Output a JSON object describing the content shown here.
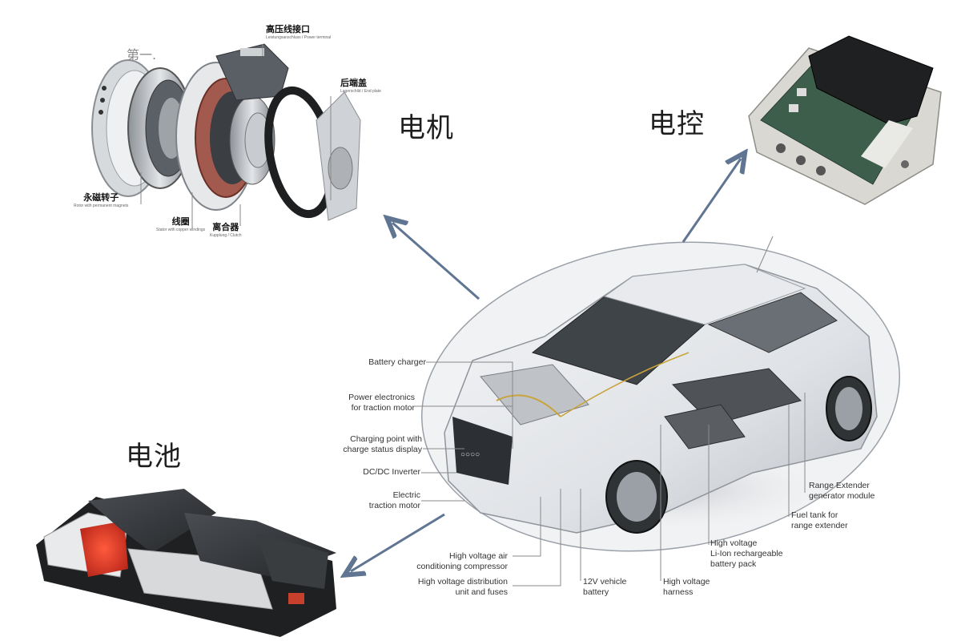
{
  "diagram": {
    "title_components": [
      {
        "id": "motor",
        "label": "电机"
      },
      {
        "id": "controller",
        "label": "电控"
      },
      {
        "id": "battery",
        "label": "电池"
      }
    ],
    "motor_illustration": {
      "watermark": "第一.",
      "parts": [
        {
          "cn": "高压线接口",
          "en": "Leistungsanschluss / Power terminal"
        },
        {
          "cn": "后端盖",
          "en": "Lagerschild / End plate"
        },
        {
          "cn": "永磁转子",
          "en": "Rotor with permanent magnets"
        },
        {
          "cn": "线圈",
          "en": "Stator with copper windings"
        },
        {
          "cn": "离合器",
          "en": "Kupplung / Clutch"
        }
      ]
    },
    "car_labels_left": [
      {
        "line1": "Battery charger",
        "line2": ""
      },
      {
        "line1": "Power electronics",
        "line2": "for traction motor"
      },
      {
        "line1": "Charging point with",
        "line2": "charge status display"
      },
      {
        "line1": "DC/DC Inverter",
        "line2": ""
      },
      {
        "line1": "Electric",
        "line2": "traction motor"
      }
    ],
    "car_labels_bottom": [
      {
        "line1": "High voltage air",
        "line2": "conditioning compressor"
      },
      {
        "line1": "High voltage distribution",
        "line2": "unit and fuses"
      },
      {
        "line1": "12V vehicle",
        "line2": "battery"
      },
      {
        "line1": "High voltage",
        "line2": "harness"
      }
    ],
    "car_labels_right": [
      {
        "line1": "Range Extender",
        "line2": "generator module"
      },
      {
        "line1": "Fuel tank for",
        "line2": "range extender"
      },
      {
        "line1": "High voltage",
        "line2": "Li-Ion rechargeable",
        "line3": "battery pack"
      }
    ],
    "colors": {
      "arrow": "#5f7592",
      "ellipse": "#9aa0a8",
      "leader": "#8a8a8a",
      "battery_highlight": "#e2402a"
    }
  }
}
